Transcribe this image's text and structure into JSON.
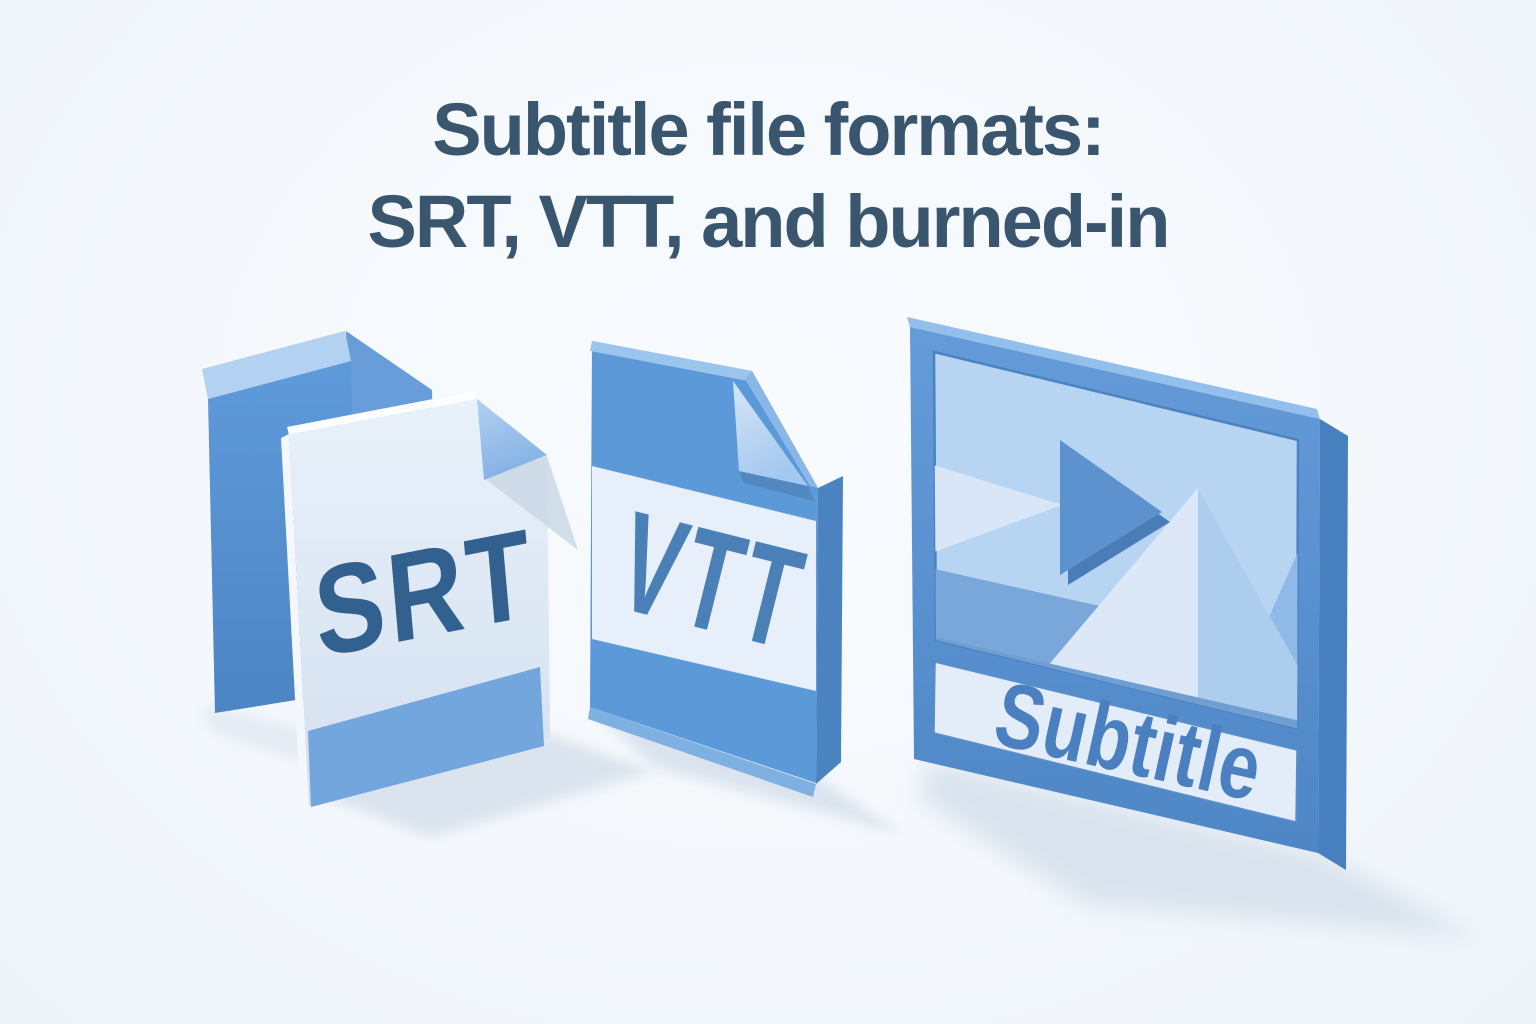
{
  "title": {
    "line1": "Subtitle file formats:",
    "line2": "SRT, VTT, and burned-in"
  },
  "icons": {
    "srt_file": {
      "label": "SRT",
      "kind": "document-file-icon"
    },
    "vtt_file": {
      "label": "VTT",
      "kind": "document-file-icon-folded-corner"
    },
    "burned_in": {
      "label": "Subtitle",
      "kind": "video-player-frame-icon",
      "glyphs": [
        "play-icon",
        "mountains-graphic"
      ]
    }
  },
  "palette": {
    "background": "#F5F9FD",
    "title_text": "#3A566E",
    "primary_blue": "#5B95D6",
    "dark_blue": "#4A82C1",
    "light_blue": "#B7D4F2",
    "pale_panel": "#E3EDF9",
    "doc_face": "#DCE7F4",
    "srt_label": "#33618F",
    "vtt_label": "#4B80B6",
    "subtitle_label": "#4A7FC0",
    "shadow": "#D7E1EC"
  }
}
